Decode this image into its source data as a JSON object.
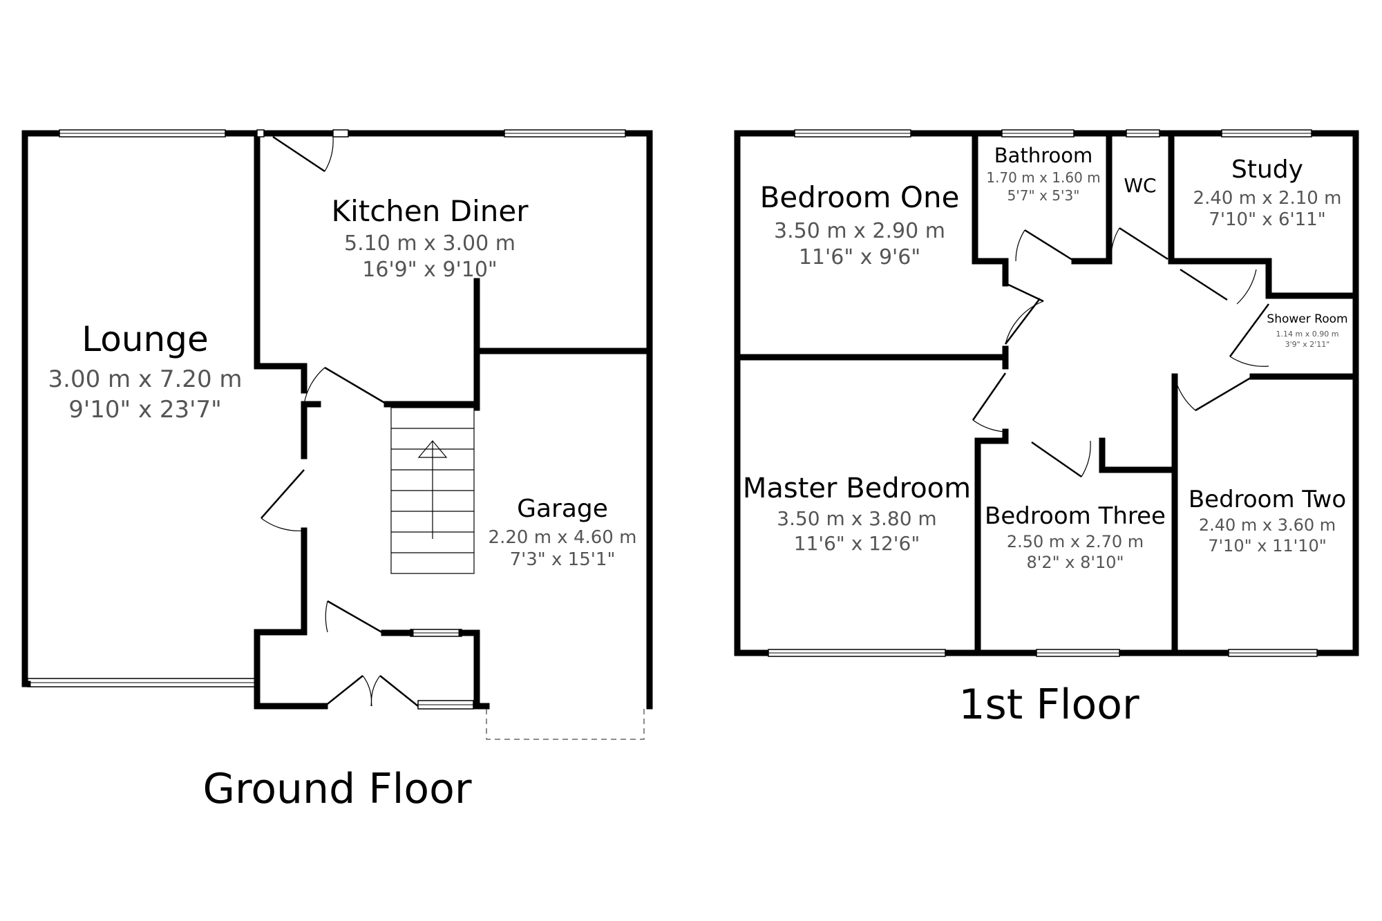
{
  "floors": [
    {
      "id": "ground",
      "title": "Ground Floor",
      "rooms": [
        {
          "id": "lounge",
          "name": "Lounge",
          "metric": "3.00 m x 7.20 m",
          "imperial": "9'10\" x 23'7\""
        },
        {
          "id": "kitchen-diner",
          "name": "Kitchen Diner",
          "metric": "5.10 m x 3.00 m",
          "imperial": "16'9\" x 9'10\""
        },
        {
          "id": "garage",
          "name": "Garage",
          "metric": "2.20 m x 4.60 m",
          "imperial": "7'3\" x 15'1\""
        }
      ]
    },
    {
      "id": "first",
      "title": "1st Floor",
      "rooms": [
        {
          "id": "bedroom-one",
          "name": "Bedroom One",
          "metric": "3.50 m x 2.90 m",
          "imperial": "11'6\" x 9'6\""
        },
        {
          "id": "bathroom",
          "name": "Bathroom",
          "metric": "1.70 m x 1.60 m",
          "imperial": "5'7\" x 5'3\""
        },
        {
          "id": "wc",
          "name": "WC"
        },
        {
          "id": "study",
          "name": "Study",
          "metric": "2.40 m x 2.10 m",
          "imperial": "7'10\" x 6'11\""
        },
        {
          "id": "shower-room",
          "name": "Shower Room",
          "metric": "1.14 m x 0.90 m",
          "imperial": "3'9\" x 2'11\""
        },
        {
          "id": "master-bedroom",
          "name": "Master Bedroom",
          "metric": "3.50 m x 3.80 m",
          "imperial": "11'6\" x 12'6\""
        },
        {
          "id": "bedroom-three",
          "name": "Bedroom Three",
          "metric": "2.50 m x 2.70 m",
          "imperial": "8'2\" x 8'10\""
        },
        {
          "id": "bedroom-two",
          "name": "Bedroom Two",
          "metric": "2.40 m x 3.60 m",
          "imperial": "7'10\" x 11'10\""
        }
      ]
    }
  ]
}
